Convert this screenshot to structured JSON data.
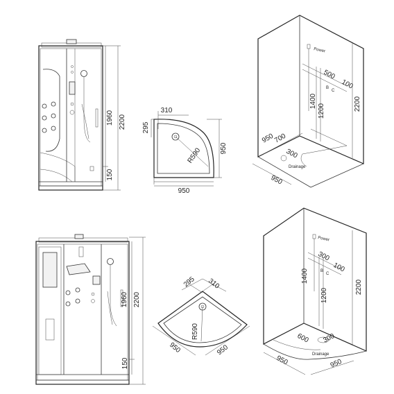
{
  "top_row": {
    "front_cabin": {
      "height_total": "2200",
      "height_column": "1960",
      "base_height": "150"
    },
    "plan_view": {
      "offset_x": "310",
      "offset_y": "295",
      "radius": "R590",
      "side": "950",
      "width": "950"
    },
    "iso_view": {
      "power": "Power",
      "w1": "500",
      "w2": "100",
      "label_b": "B",
      "label_c": "C",
      "h1": "1400",
      "h2": "1200",
      "h_total": "2200",
      "d1": "950",
      "d2": "700",
      "d3": "300",
      "d4": "950",
      "drainage": "Drainage"
    }
  },
  "bottom_row": {
    "front_cabin": {
      "height_column": "1960",
      "height_total": "2200",
      "base_height": "150"
    },
    "plan_view": {
      "offset_a": "295",
      "offset_b": "310",
      "radius": "R590",
      "side_left": "950",
      "side_right": "950"
    },
    "iso_view": {
      "power": "Power",
      "w1": "300",
      "w2": "100",
      "label_b": "B",
      "label_c": "C",
      "h1": "1400",
      "h2": "1200",
      "h_total": "2200",
      "d1": "600",
      "d2": "300",
      "d3": "950",
      "d4": "950",
      "drainage": "Drainage"
    }
  }
}
